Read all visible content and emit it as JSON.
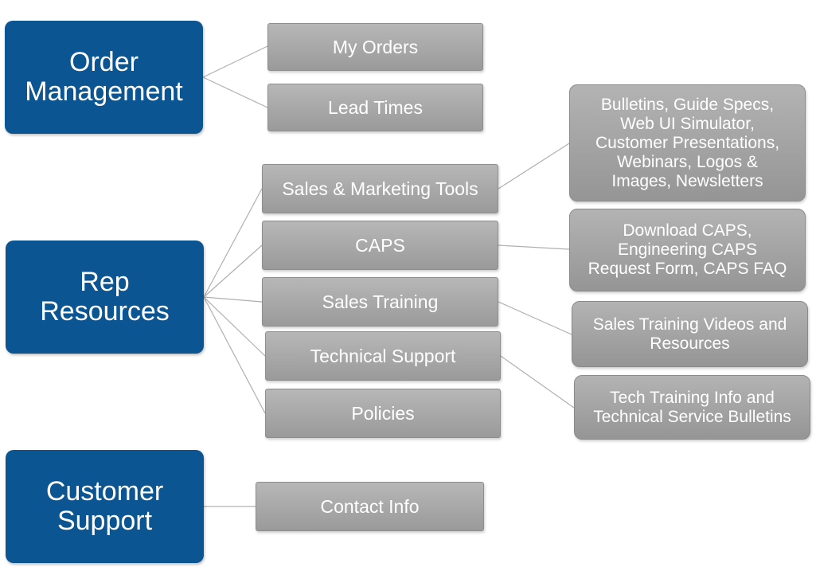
{
  "roots": {
    "order_management": "Order\nManagement",
    "rep_resources": "Rep\nResources",
    "customer_support": "Customer\nSupport"
  },
  "items": {
    "my_orders": "My Orders",
    "lead_times": "Lead Times",
    "sales_marketing_tools": "Sales & Marketing Tools",
    "caps": "CAPS",
    "sales_training": "Sales Training",
    "technical_support": "Technical Support",
    "policies": "Policies",
    "contact_info": "Contact Info"
  },
  "details": {
    "sales_marketing": "Bulletins, Guide Specs,\nWeb UI Simulator,\nCustomer Presentations,\nWebinars, Logos &\nImages, Newsletters",
    "caps": "Download CAPS,\nEngineering CAPS\nRequest Form, CAPS FAQ",
    "sales_training": "Sales Training Videos and\nResources",
    "technical_support": "Tech Training Info and\nTechnical Service Bulletins"
  },
  "colors": {
    "root_fill": "#0b5592",
    "item_fill": "#a8a8a8",
    "connector": "#b0b0b0"
  }
}
